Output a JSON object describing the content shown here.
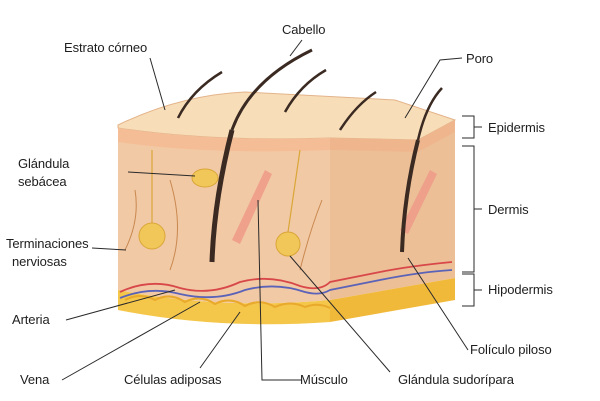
{
  "diagram": {
    "labels": {
      "estrato_corneo": "Estrato córneo",
      "cabello": "Cabello",
      "poro": "Poro",
      "glandula_sebacea_1": "Glándula",
      "glandula_sebacea_2": "sebácea",
      "terminaciones_1": "Terminaciones",
      "terminaciones_2": "nerviosas",
      "arteria": "Arteria",
      "vena": "Vena",
      "celulas_adiposas": "Células adiposas",
      "musculo": "Músculo",
      "glandula_sudoripara": "Glándula sudorípara",
      "foliculo_piloso": "Folículo piloso",
      "epidermis": "Epidermis",
      "dermis": "Dermis",
      "hipodermis": "Hipodermis"
    },
    "colors": {
      "epidermis": "#f6d3ad",
      "dermis": "#f2c9a5",
      "side": "#eab98f",
      "hypodermis": "#f4c64a",
      "hair": "#3a2a22",
      "gland": "#f1c75a",
      "artery": "#d8484a",
      "vein": "#5b63b8",
      "muscle": "#ee9c88",
      "line": "#2a2a2a"
    }
  }
}
